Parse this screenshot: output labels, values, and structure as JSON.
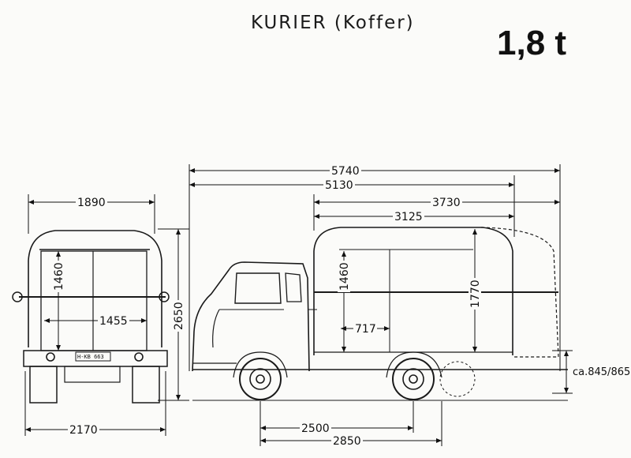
{
  "title": "KURIER (Koffer)",
  "tonnage": "1,8 t",
  "dimensions": {
    "overall_length": "5740",
    "cab_to_rear_length": "5130",
    "box_length_outer": "3730",
    "box_length_inner": "3125",
    "rear_width": "1890",
    "rear_door_height": "1460",
    "rear_door_width": "1455",
    "overall_height": "2650",
    "track_width": "2170",
    "side_door_height": "1460",
    "interior_height": "1770",
    "side_door_width": "717",
    "wheelbase": "2500",
    "wheelbase_long": "2850",
    "loading_height": "ca.845/865"
  },
  "plate_text": "H-KB 663"
}
